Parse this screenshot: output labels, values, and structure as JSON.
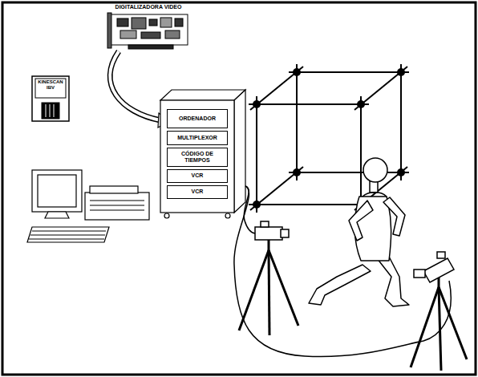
{
  "diagram": {
    "nodes": [
      {
        "text": [
          "ORDENADOR"
        ]
      },
      {
        "text": [
          "MULTIPLEXOR"
        ]
      },
      {
        "text": [
          "CÓDIGO DE TIEMPOS"
        ]
      },
      {
        "text": [
          "VCR"
        ]
      },
      {
        "text": [
          "VCR"
        ]
      }
    ],
    "labels": [
      "DIGITALIZADORA VIDEO",
      "KINESCAN IBV"
    ]
  }
}
